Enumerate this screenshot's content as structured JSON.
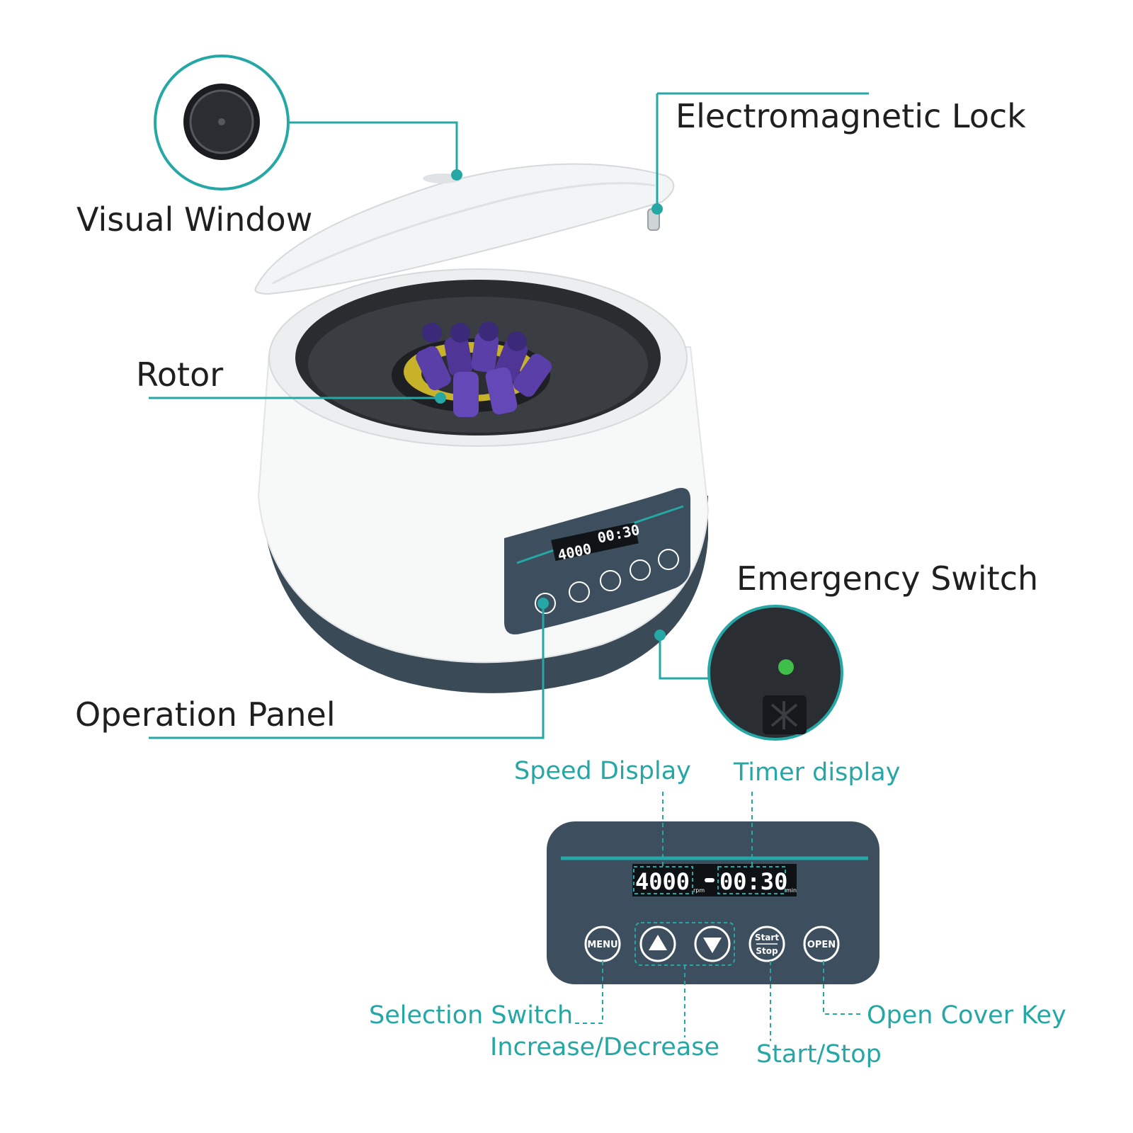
{
  "labels": {
    "visual_window": "Visual Window",
    "electromagnetic_lock": "Electromagnetic Lock",
    "rotor": "Rotor",
    "emergency_switch": "Emergency Switch",
    "operation_panel": "Operation Panel"
  },
  "panel_callouts": {
    "speed_display": "Speed Display",
    "timer_display": "Timer display",
    "selection_switch": "Selection Switch",
    "increase_decrease": "Increase/Decrease",
    "start_stop": "Start/Stop",
    "open_cover_key": "Open Cover Key"
  },
  "display": {
    "speed": "4000",
    "speed_unit": "rpm",
    "timer": "00:30",
    "timer_unit": "min",
    "small_speed": "4000",
    "small_timer": "00:30"
  },
  "buttons": {
    "menu": "MENU",
    "start": "Start",
    "stop": "Stop",
    "open": "OPEN"
  },
  "colors": {
    "accent": "#25a7a6",
    "panel": "#3d4f5e",
    "body_dark": "#3a4a57",
    "tube": "#5a3fa8",
    "rotor_yellow": "#c8b22a"
  }
}
